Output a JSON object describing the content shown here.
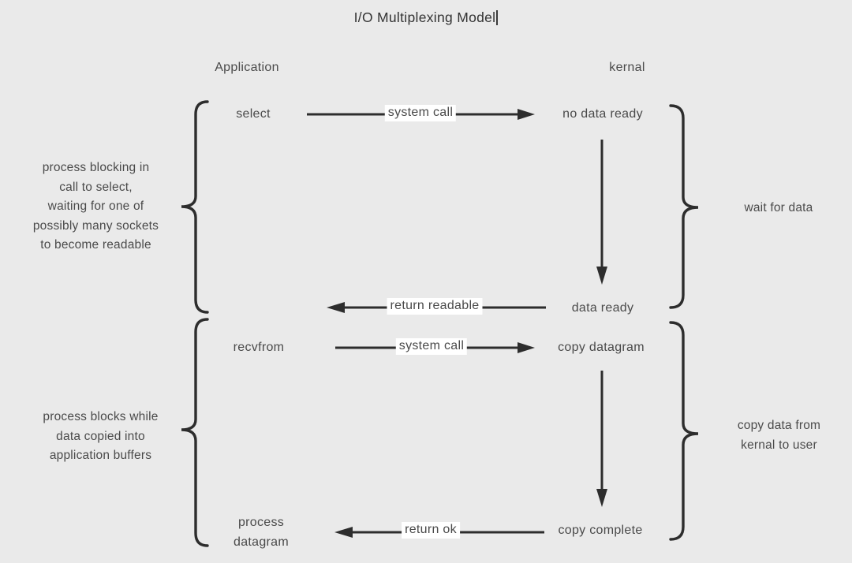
{
  "title": "I/O Multiplexing Model",
  "columns": {
    "left": "Application",
    "right": "kernal"
  },
  "nodes": {
    "select": "select",
    "no_data_ready": "no data ready",
    "data_ready": "data ready",
    "recvfrom": "recvfrom",
    "copy_datagram": "copy datagram",
    "process_datagram_lines": [
      "process",
      "datagram"
    ],
    "copy_complete": "copy complete"
  },
  "arrow_labels": {
    "system_call_top": "system call",
    "return_readable": "return readable",
    "system_call_bottom": "system call",
    "return_ok": "return ok"
  },
  "annotations": {
    "left_top_lines": [
      "process blocking in",
      "call to select,",
      "waiting for one of",
      "possibly many sockets",
      "to become readable"
    ],
    "left_bottom_lines": [
      "process blocks while",
      "data copied into",
      "application buffers"
    ],
    "right_top": "wait for data",
    "right_bottom_lines": [
      "copy data from",
      "kernal to user"
    ]
  },
  "colors": {
    "background": "#eaeaea",
    "stroke": "#2d2d2d",
    "text": "#4f4f4f",
    "label_bg": "#ffffff"
  }
}
